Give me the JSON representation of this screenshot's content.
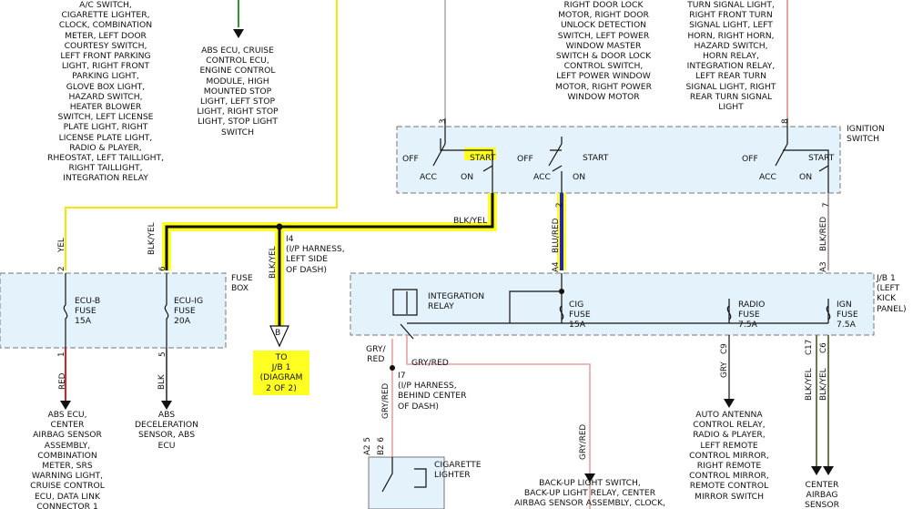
{
  "top_notes": {
    "left_load_list": "A/C SWITCH,\nCIGARETTE LIGHTER,\nCLOCK, COMBINATION\nMETER, LEFT DOOR\nCOURTESY SWITCH,\nLEFT FRONT PARKING\nLIGHT, RIGHT FRONT\nPARKING LIGHT,\nGLOVE BOX LIGHT,\nHAZARD SWITCH,\nHEATER BLOWER\nSWITCH, LEFT LICENSE\nPLATE LIGHT, RIGHT\nLICENSE PLATE LIGHT,\nRADIO & PLAYER,\nRHEOSTAT, LEFT TAILLIGHT,\nRIGHT TAILLIGHT,\nINTEGRATION RELAY",
    "abs_list": "ABS ECU, CRUISE\nCONTROL ECU,\nENGINE CONTROL\nMODULE, HIGH\nMOUNTED STOP\nLIGHT, LEFT STOP\nLIGHT, RIGHT STOP\nLIGHT, STOP LIGHT\nSWITCH",
    "door_lock_list": "RIGHT DOOR LOCK\nMOTOR, RIGHT DOOR\nUNLOCK DETECTION\nSWITCH, LEFT POWER\nWINDOW MASTER\nSWITCH & DOOR LOCK\nCONTROL SWITCH,\nLEFT POWER WINDOW\nMOTOR, RIGHT POWER\nWINDOW MOTOR",
    "turn_signal_list": "TURN SIGNAL LIGHT,\nRIGHT FRONT TURN\nSIGNAL LIGHT, LEFT\nHORN, RIGHT HORN,\nHAZARD SWITCH,\nHORN RELAY,\nINTEGRATION RELAY,\nLEFT REAR TURN\nSIGNAL LIGHT, RIGHT\nREAR TURN SIGNAL\nLIGHT"
  },
  "ignition_switch": {
    "label": "IGNITION\nSWITCH",
    "off": "OFF",
    "acc": "ACC",
    "on": "ON",
    "start": "START",
    "pin_left": "3",
    "pin_right": "8",
    "pin_bottom": "7",
    "pin_mid": "2"
  },
  "wires": {
    "blk_yel_top": "BLK/YEL",
    "yel": "YEL",
    "blk_yel_left": "BLK/\nYEL",
    "blk_yel_down": "BLK/YEL",
    "blu_red": "BLU/RED",
    "blk_red": "BLK/RED",
    "red": "RED",
    "blk": "BLK",
    "gry_red_h": "GRY/\nRED",
    "gry_red_top": "GRY/RED",
    "gry_red_left": "GRY/RED",
    "gry_red_right": "GRY/RED",
    "gry": "GRY",
    "blk_yel_a": "BLK/YEL",
    "blk_yel_b": "BLK/YEL"
  },
  "splice": {
    "i4": "I4\n(I/P HARNESS,\nLEFT SIDE\nOF DASH)",
    "i7": "I7\n(I/P HARNESS,\nBEHIND CENTER\nOF DASH)"
  },
  "fuse_box": {
    "label": "FUSE\nBOX",
    "ecu_b": "ECU-B\nFUSE\n15A",
    "ecu_ig": "ECU-IG\nFUSE\n20A",
    "pin_2": "2",
    "pin_6": "6",
    "pin_1": "1",
    "pin_5": "5"
  },
  "junction_block": {
    "label": "J/B 1\n(LEFT\nKICK\nPANEL)",
    "relay": "INTEGRATION\nRELAY",
    "cig": "CIG\nFUSE\n15A",
    "radio": "RADIO\nFUSE\n7.5A",
    "ign": "IGN\nFUSE\n7.5A",
    "pin_a4": "A4",
    "pin_a3": "A3",
    "pin_c9": "C9",
    "pin_c17": "C17",
    "pin_c6": "C6"
  },
  "connector_b": {
    "letter": "B",
    "to_text": "TO\nJ/B 1\n(DIAGRAM\n2 OF 2)"
  },
  "bottom_loads": {
    "abs_center": "ABS ECU,\nCENTER\nAIRBAG SENSOR\nASSEMBLY,\nCOMBINATION\nMETER, SRS\nWARNING LIGHT,\nCRUISE CONTROL\nECU, DATA LINK\nCONNECTOR 1",
    "abs_decel": "ABS\nDECELERATION\nSENSOR, ABS\nECU",
    "cig_lighter": "CIGARETTE\nLIGHTER",
    "lighter_pins": "A2  5",
    "lighter_b2": "B2  6",
    "backup": "BACK-UP LIGHT SWITCH,\nBACK-UP LIGHT RELAY, CENTER\nAIRBAG SENSOR ASSEMBLY, CLOCK,",
    "antenna": "AUTO ANTENNA\nCONTROL RELAY,\nRADIO & PLAYER,\nLEFT REMOTE\nCONTROL MIRROR,\nRIGHT REMOTE\nCONTROL MIRROR,\nREMOTE CONTROL\nMIRROR SWITCH",
    "center_airbag": "CENTER\nAIRBAG\nSENSOR"
  },
  "colors": {
    "highlight": "#ffff22",
    "box_fill": "#e3f2fb",
    "wire_red": "#e0201c",
    "wire_green": "#2e9a2e",
    "wire_blue": "#2222cc",
    "wire_pink": "#e8a2a2",
    "wire_grey": "#bdbdbd"
  }
}
